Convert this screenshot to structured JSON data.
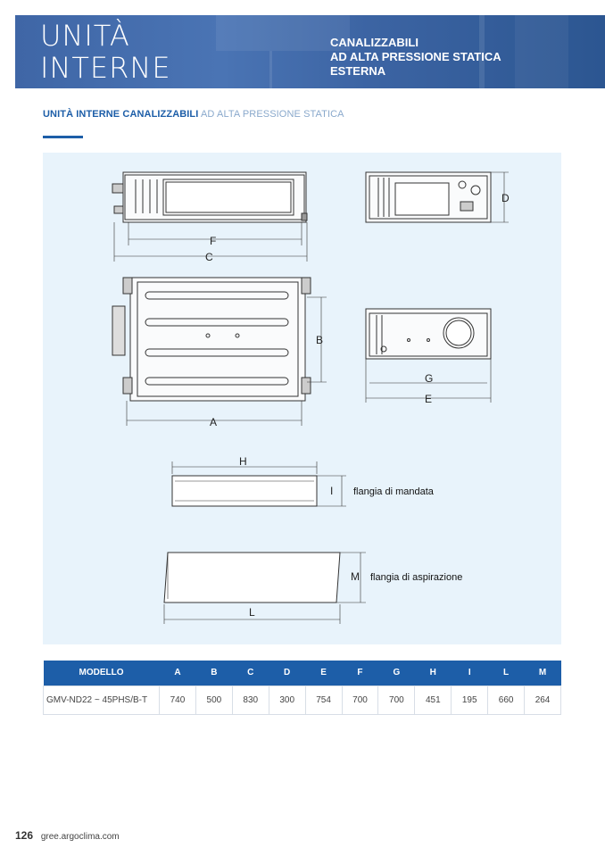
{
  "header": {
    "title_line1": "UNITÀ",
    "title_line2": "INTERNE",
    "subtitle_line1": "CANALIZZABILI",
    "subtitle_line2": "AD ALTA PRESSIONE STATICA",
    "subtitle_line3": "ESTERNA"
  },
  "section": {
    "title_bold": "UNITÀ INTERNE CANALIZZABILI",
    "title_light": "AD ALTA PRESSIONE STATICA"
  },
  "drawing": {
    "labels": {
      "F": "F",
      "C": "C",
      "D": "D",
      "B": "B",
      "A": "A",
      "G": "G",
      "E": "E",
      "H": "H",
      "I": "I",
      "L": "L",
      "M": "M"
    },
    "flange_supply": "flangia di mandata",
    "flange_return": "flangia di aspirazione"
  },
  "table": {
    "headers": [
      "MODELLO",
      "A",
      "B",
      "C",
      "D",
      "E",
      "F",
      "G",
      "H",
      "I",
      "L",
      "M"
    ],
    "rows": [
      [
        "GMV-ND22 ~ 45PHS/B-T",
        "740",
        "500",
        "830",
        "300",
        "754",
        "700",
        "700",
        "451",
        "195",
        "660",
        "264"
      ]
    ]
  },
  "footer": {
    "page_number": "126",
    "website": "gree.argoclima.com"
  },
  "colors": {
    "brand_blue": "#1d5ea8",
    "panel_bg": "#e8f3fb"
  }
}
